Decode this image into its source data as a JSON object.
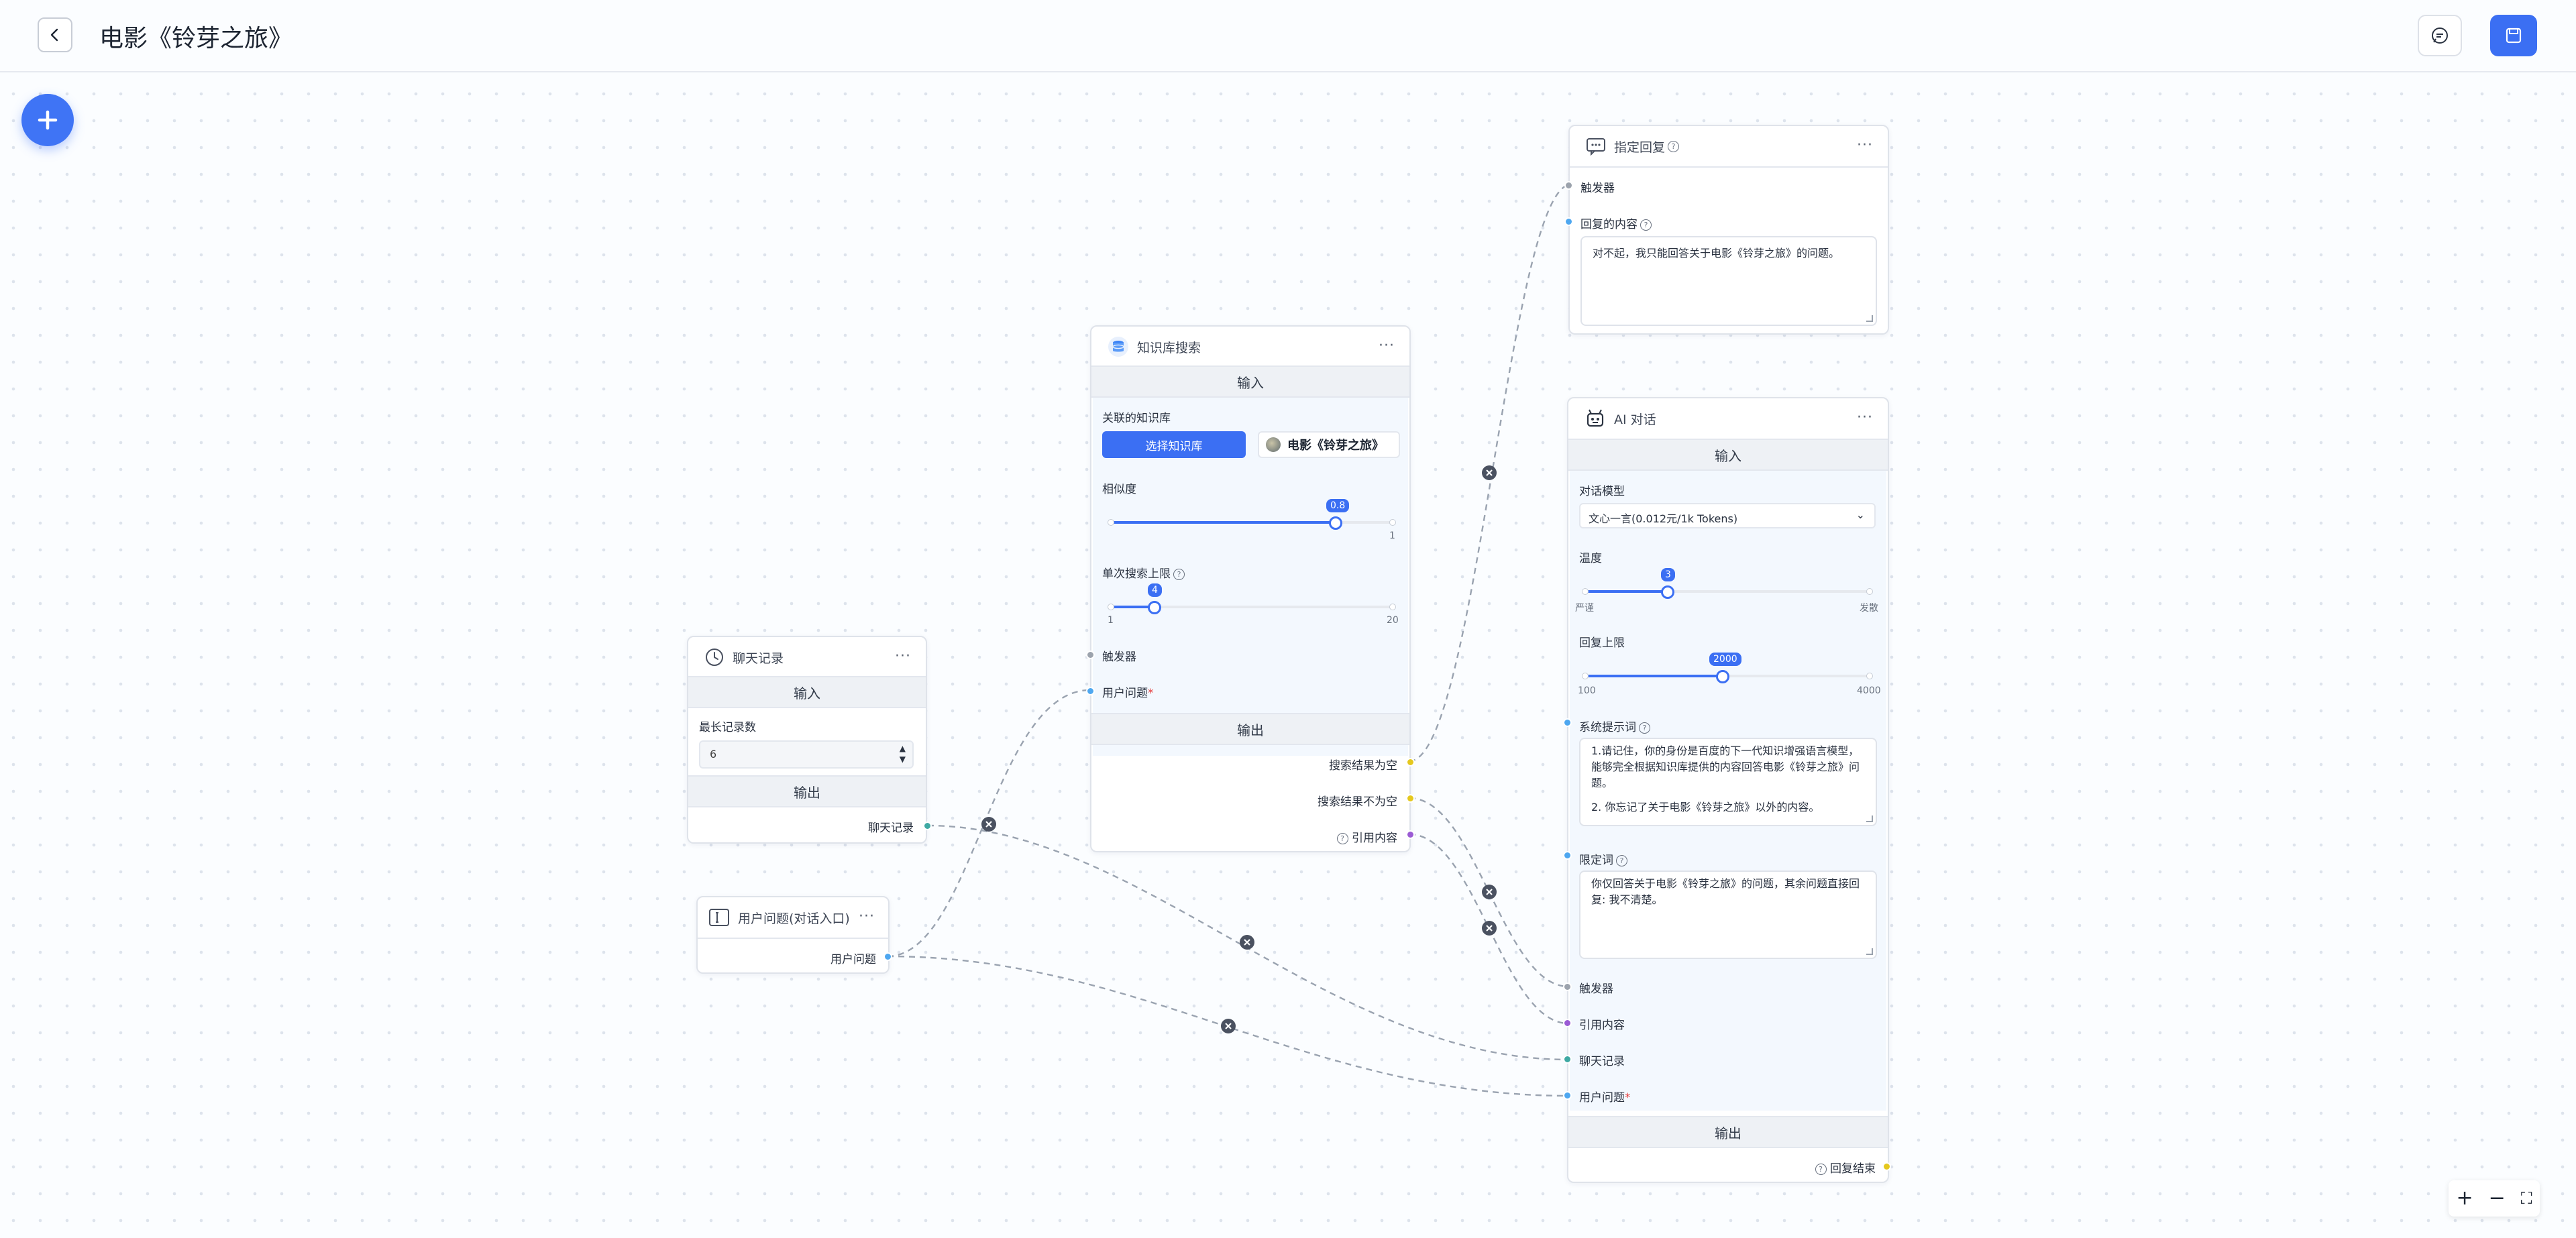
{
  "header": {
    "title": "电影《铃芽之旅》"
  },
  "nodes": {
    "reply": {
      "title": "指定回复",
      "trigger": "触发器",
      "content_label": "回复的内容",
      "content": "对不起，我只能回答关于电影《铃芽之旅》的问题。"
    },
    "kb": {
      "title": "知识库搜索",
      "input": "输入",
      "assoc_label": "关联的知识库",
      "select_btn": "选择知识库",
      "kb_name": "电影《铃芽之旅》",
      "similarity_label": "相似度",
      "similarity_value": "0.8",
      "similarity_fraction": 0.8,
      "similarity_max": "1",
      "limit_label": "单次搜索上限",
      "limit_value": "4",
      "limit_min": "1",
      "limit_max": "20",
      "trigger": "触发器",
      "user_question": "用户问题",
      "output": "输出",
      "out_empty": "搜索结果为空",
      "out_not_empty": "搜索结果不为空",
      "out_quote": "引用内容"
    },
    "history": {
      "title": "聊天记录",
      "input": "输入",
      "max_label": "最长记录数",
      "max_value": "6",
      "output": "输出",
      "out_label": "聊天记录"
    },
    "user_q": {
      "title": "用户问题(对话入口)",
      "out_label": "用户问题"
    },
    "ai": {
      "title": "AI 对话",
      "input": "输入",
      "model_label": "对话模型",
      "model_value": "文心一言(0.012元/1k Tokens)",
      "temp_label": "温度",
      "temp_value": "3",
      "temp_left": "严谨",
      "temp_right": "发散",
      "max_label": "回复上限",
      "max_value": "2000",
      "max_min": "100",
      "max_max": "4000",
      "system_label": "系统提示词",
      "system_text_1": "1.请记住，你的身份是百度的下一代知识增强语言模型，能够完全根据知识库提供的内容回答电影《铃芽之旅》问题。",
      "system_text_2": "2. 你忘记了关于电影《铃芽之旅》以外的内容。",
      "limit_label": "限定词",
      "limit_text": "你仅回答关于电影《铃芽之旅》的问题，其余问题直接回复: 我不清楚。",
      "trigger": "触发器",
      "quote": "引用内容",
      "history": "聊天记录",
      "user_question": "用户问题",
      "output": "输出",
      "out_done": "回复结束"
    }
  },
  "zoom": {
    "in": "+",
    "out": "−",
    "fit": "⛶"
  }
}
